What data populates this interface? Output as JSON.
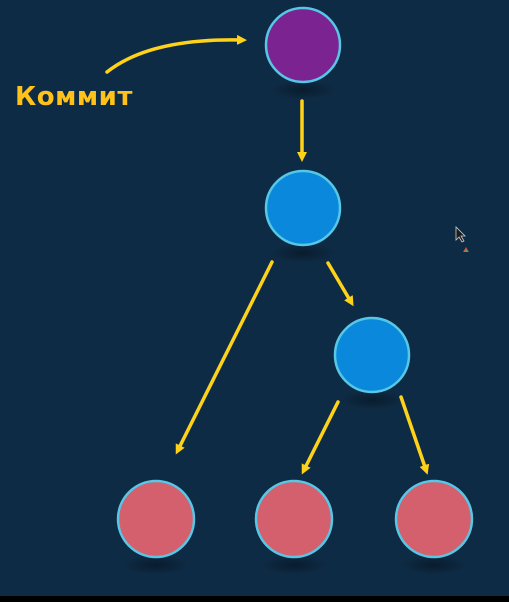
{
  "label": {
    "text": "Коммит"
  },
  "colors": {
    "background": "#0e2b45",
    "arrow": "#ffd21a",
    "label": "#ffc21a",
    "node_border": "#57c7e6",
    "commit_fill": "#7b2391",
    "branch_fill": "#0a88dc",
    "leaf_fill": "#d4606e"
  },
  "nodes": [
    {
      "id": "commit",
      "kind": "commit"
    },
    {
      "id": "child",
      "kind": "branch"
    },
    {
      "id": "right-branch",
      "kind": "branch"
    },
    {
      "id": "leaf-left",
      "kind": "leaf"
    },
    {
      "id": "leaf-middle",
      "kind": "leaf"
    },
    {
      "id": "leaf-right",
      "kind": "leaf"
    }
  ],
  "edges": [
    {
      "from": "label",
      "to": "commit"
    },
    {
      "from": "commit",
      "to": "child"
    },
    {
      "from": "child",
      "to": "leaf-left"
    },
    {
      "from": "child",
      "to": "right-branch"
    },
    {
      "from": "right-branch",
      "to": "leaf-middle"
    },
    {
      "from": "right-branch",
      "to": "leaf-right"
    }
  ],
  "cursor": {
    "icon": "mouse-pointer-icon"
  }
}
